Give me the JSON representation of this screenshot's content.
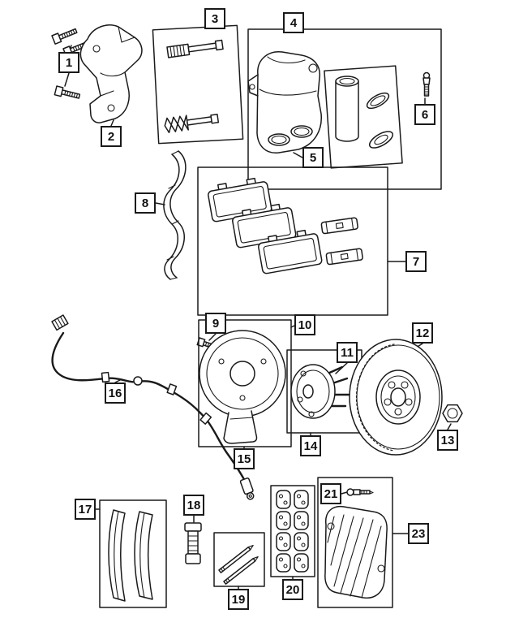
{
  "colors": {
    "line": "#1a1a1a",
    "background": "#ffffff"
  },
  "callouts": {
    "c1": "1",
    "c2": "2",
    "c3": "3",
    "c4": "4",
    "c5": "5",
    "c6": "6",
    "c7": "7",
    "c8": "8",
    "c9": "9",
    "c10": "10",
    "c11": "11",
    "c12": "12",
    "c13": "13",
    "c14": "14",
    "c15": "15",
    "c16": "16",
    "c17": "17",
    "c18": "18",
    "c19": "19",
    "c20": "20",
    "c21": "21",
    "c23": "23"
  }
}
